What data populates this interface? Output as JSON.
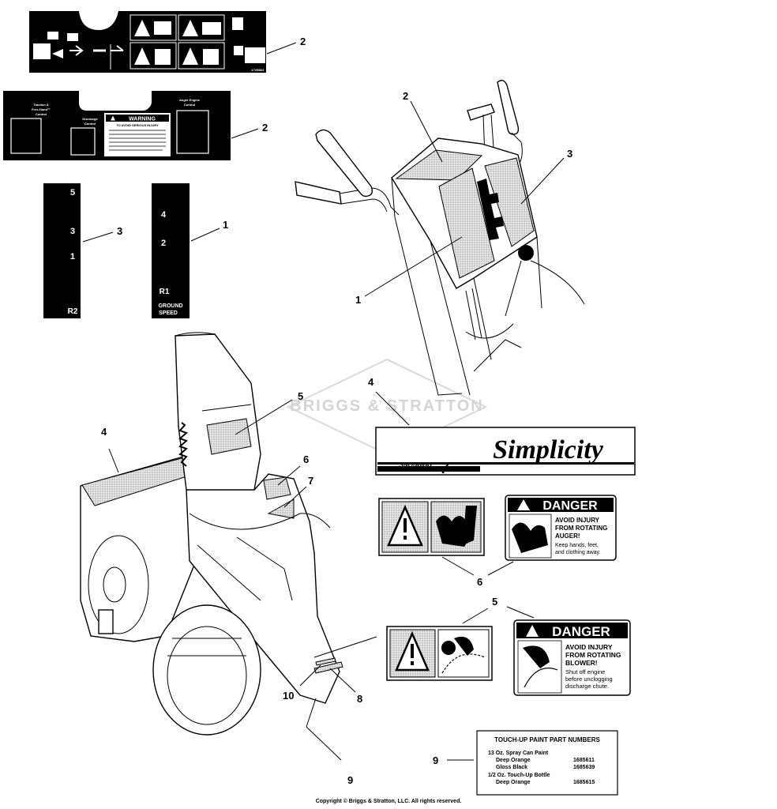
{
  "callouts": {
    "decal_top": "2",
    "decal_second": "2",
    "panel_left": "3",
    "panel_right": "1",
    "console_2": "2",
    "console_3": "3",
    "console_1": "1",
    "simplicity_decal": "4",
    "housing_4": "4",
    "chute_5": "5",
    "chute_6": "6",
    "chute_7": "7",
    "auger_pair": "6",
    "blower_pair": "5",
    "part_8": "8",
    "part_10": "10",
    "part_9_machine": "9",
    "part_9_paint": "9"
  },
  "decal2": {
    "code": "1725984"
  },
  "decal2b": {
    "traction_label_1": "Traction &",
    "traction_label_2": "Free-Hand™",
    "traction_label_3": "Control",
    "discharge_label_1": "Discharge",
    "discharge_label_2": "Control",
    "auger_label_1": "Auger Engine",
    "auger_label_2": "Control",
    "warning_title": "WARNING",
    "warning_subtitle": "TO AVOID SERIOUS INJURY"
  },
  "speed_panel_left": {
    "labels": [
      "5",
      "3",
      "1",
      "R2"
    ]
  },
  "speed_panel_right": {
    "labels": [
      "4",
      "2",
      "R1"
    ],
    "ground_1": "GROUND",
    "ground_2": "SPEED"
  },
  "brand": {
    "name": "Simplicity",
    "model_script": "SNO-AWAY",
    "model_number": "7",
    "watermark": "BRIGGS & STRATTON"
  },
  "danger_auger": {
    "header": "DANGER",
    "line1": "AVOID INJURY",
    "line2": "FROM ROTATING",
    "line3": "AUGER!",
    "line4": "Keep hands, feet,",
    "line5": "and clothing away."
  },
  "danger_blower": {
    "header": "DANGER",
    "line1": "AVOID INJURY",
    "line2": "FROM ROTATING",
    "line3": "BLOWER!",
    "line4": "Shut off engine",
    "line5": "before unclogging",
    "line6": "discharge chute."
  },
  "paint": {
    "title": "TOUCH-UP PAINT PART NUMBERS",
    "spray": "13 Oz. Spray Can Paint",
    "deep_orange": "Deep Orange",
    "deep_orange_num": "1685611",
    "gloss_black": "Gloss Black",
    "gloss_black_num": "1685639",
    "bottle": "1/2 Oz. Touch-Up Bottle",
    "bottle_orange": "Deep Orange",
    "bottle_orange_num": "1685615"
  },
  "footer": {
    "copyright": "Copyright © Briggs & Stratton, LLC. All rights reserved."
  }
}
